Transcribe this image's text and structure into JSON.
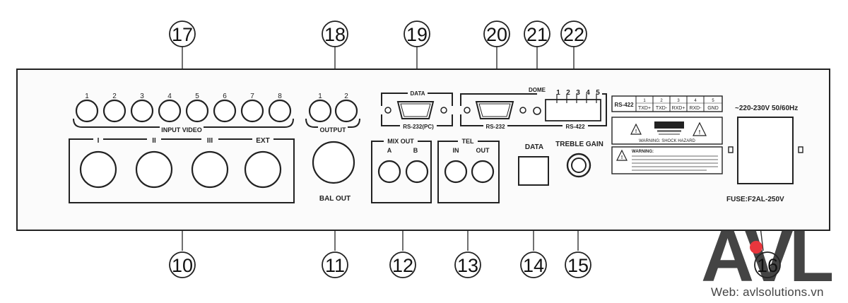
{
  "callouts_top": [
    "17",
    "18",
    "19",
    "20",
    "21",
    "22"
  ],
  "callouts_bottom": [
    "10",
    "11",
    "12",
    "13",
    "14",
    "15",
    "16"
  ],
  "input_video": {
    "numbers": [
      "1",
      "2",
      "3",
      "4",
      "5",
      "6",
      "7",
      "8"
    ],
    "label": "INPUT VIDEO"
  },
  "output": {
    "numbers": [
      "1",
      "2"
    ],
    "label": "OUTPUT"
  },
  "audio_in": {
    "labels": [
      "I",
      "II",
      "III",
      "EXT"
    ]
  },
  "bal_out": "BAL OUT",
  "data_port": {
    "top": "DATA",
    "bottom": "RS-232(PC)"
  },
  "dome": {
    "label": "DOME",
    "rs232": "RS-232",
    "rs422": "RS-422",
    "terminals": [
      "1",
      "2",
      "3",
      "4",
      "5"
    ]
  },
  "mix_out": {
    "label": "MIX OUT",
    "a": "A",
    "b": "B"
  },
  "tel": {
    "label": "TEL",
    "in": "IN",
    "out": "OUT"
  },
  "data_jack": "DATA",
  "treble_gain": "TREBLE GAIN",
  "rs422_table": {
    "label": "RS-422",
    "nums": [
      "1",
      "2",
      "3",
      "4",
      "5"
    ],
    "signals": [
      "TXD+",
      "TXD-",
      "RXD+",
      "RXD-",
      "GND"
    ]
  },
  "caution_label": "WARNING: SHOCK HAZARD",
  "warning_label": "WARNING:",
  "power": "~220-230V 50/60Hz",
  "fuse": "FUSE:F2AL-250V",
  "logo": {
    "text": "AVL",
    "web": "Web: avlsolutions.vn",
    "dot_color": "#e8363d",
    "color": "#3a3a3a"
  }
}
